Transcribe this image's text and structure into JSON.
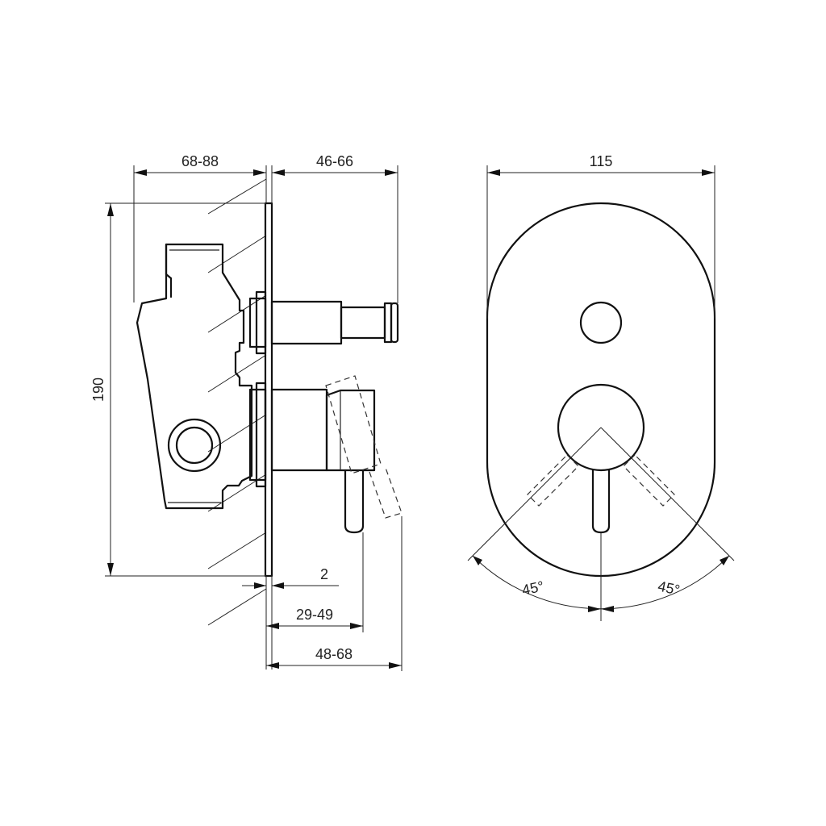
{
  "dimensions": {
    "install_depth": "68-88",
    "spindle_length": "46-66",
    "height": "190",
    "plate_thickness": "2",
    "lever_offset": "29-49",
    "total_projection": "48-68",
    "plate_width": "115",
    "angle_left": "45°",
    "angle_right": "45°"
  }
}
